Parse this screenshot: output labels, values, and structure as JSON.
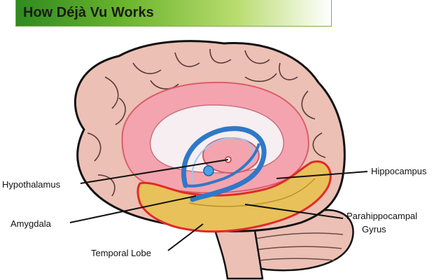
{
  "title": "How Déjà Vu Works",
  "labels": {
    "hypothalamus": "Hypothalamus",
    "amygdala": "Amygdala",
    "temporal_lobe": "Temporal Lobe",
    "hippocampus": "Hippocampus",
    "parahippocampal_line1": "Parahippocampal",
    "parahippocampal_line2": "Gyrus"
  },
  "colors": {
    "brain": "#ecc0b4",
    "brain_outline": "#111111",
    "limbic": "#f4a4ae",
    "limbic_inner": "#f6eef0",
    "temporal": "#e8c15a",
    "temporal_outline": "#e02a2a",
    "hippocampus": "#2f78c8",
    "title_green": "#3a8f22"
  }
}
